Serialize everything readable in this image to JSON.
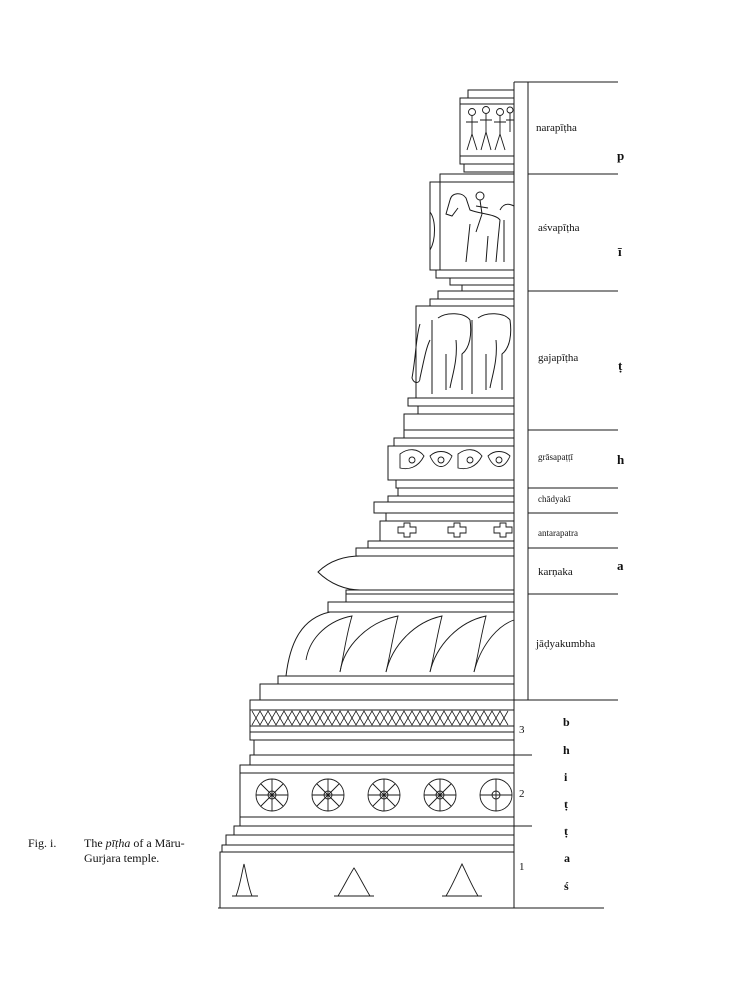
{
  "caption": {
    "fig_no": "Fig. i.",
    "line1_pre": "The",
    "line1_italic": "pīṭha",
    "line1_post": "of a Māru-",
    "line2": "Gurjara temple."
  },
  "pitha_labels": [
    "narapīṭha",
    "aśvapīṭha",
    "gajapīṭha",
    "grāsapaṭṭī",
    "chādyakī",
    "antarapatra",
    "karṇaka",
    "jāḍyakumbha"
  ],
  "pitha_side_letters": [
    "p",
    "ī",
    "ṭ",
    "h",
    "a"
  ],
  "bhitta_numbers": [
    "3",
    "2",
    "1"
  ],
  "bhitta_letters": [
    "b",
    "h",
    "i",
    "ṭ",
    "ṭ",
    "a",
    "ś"
  ]
}
